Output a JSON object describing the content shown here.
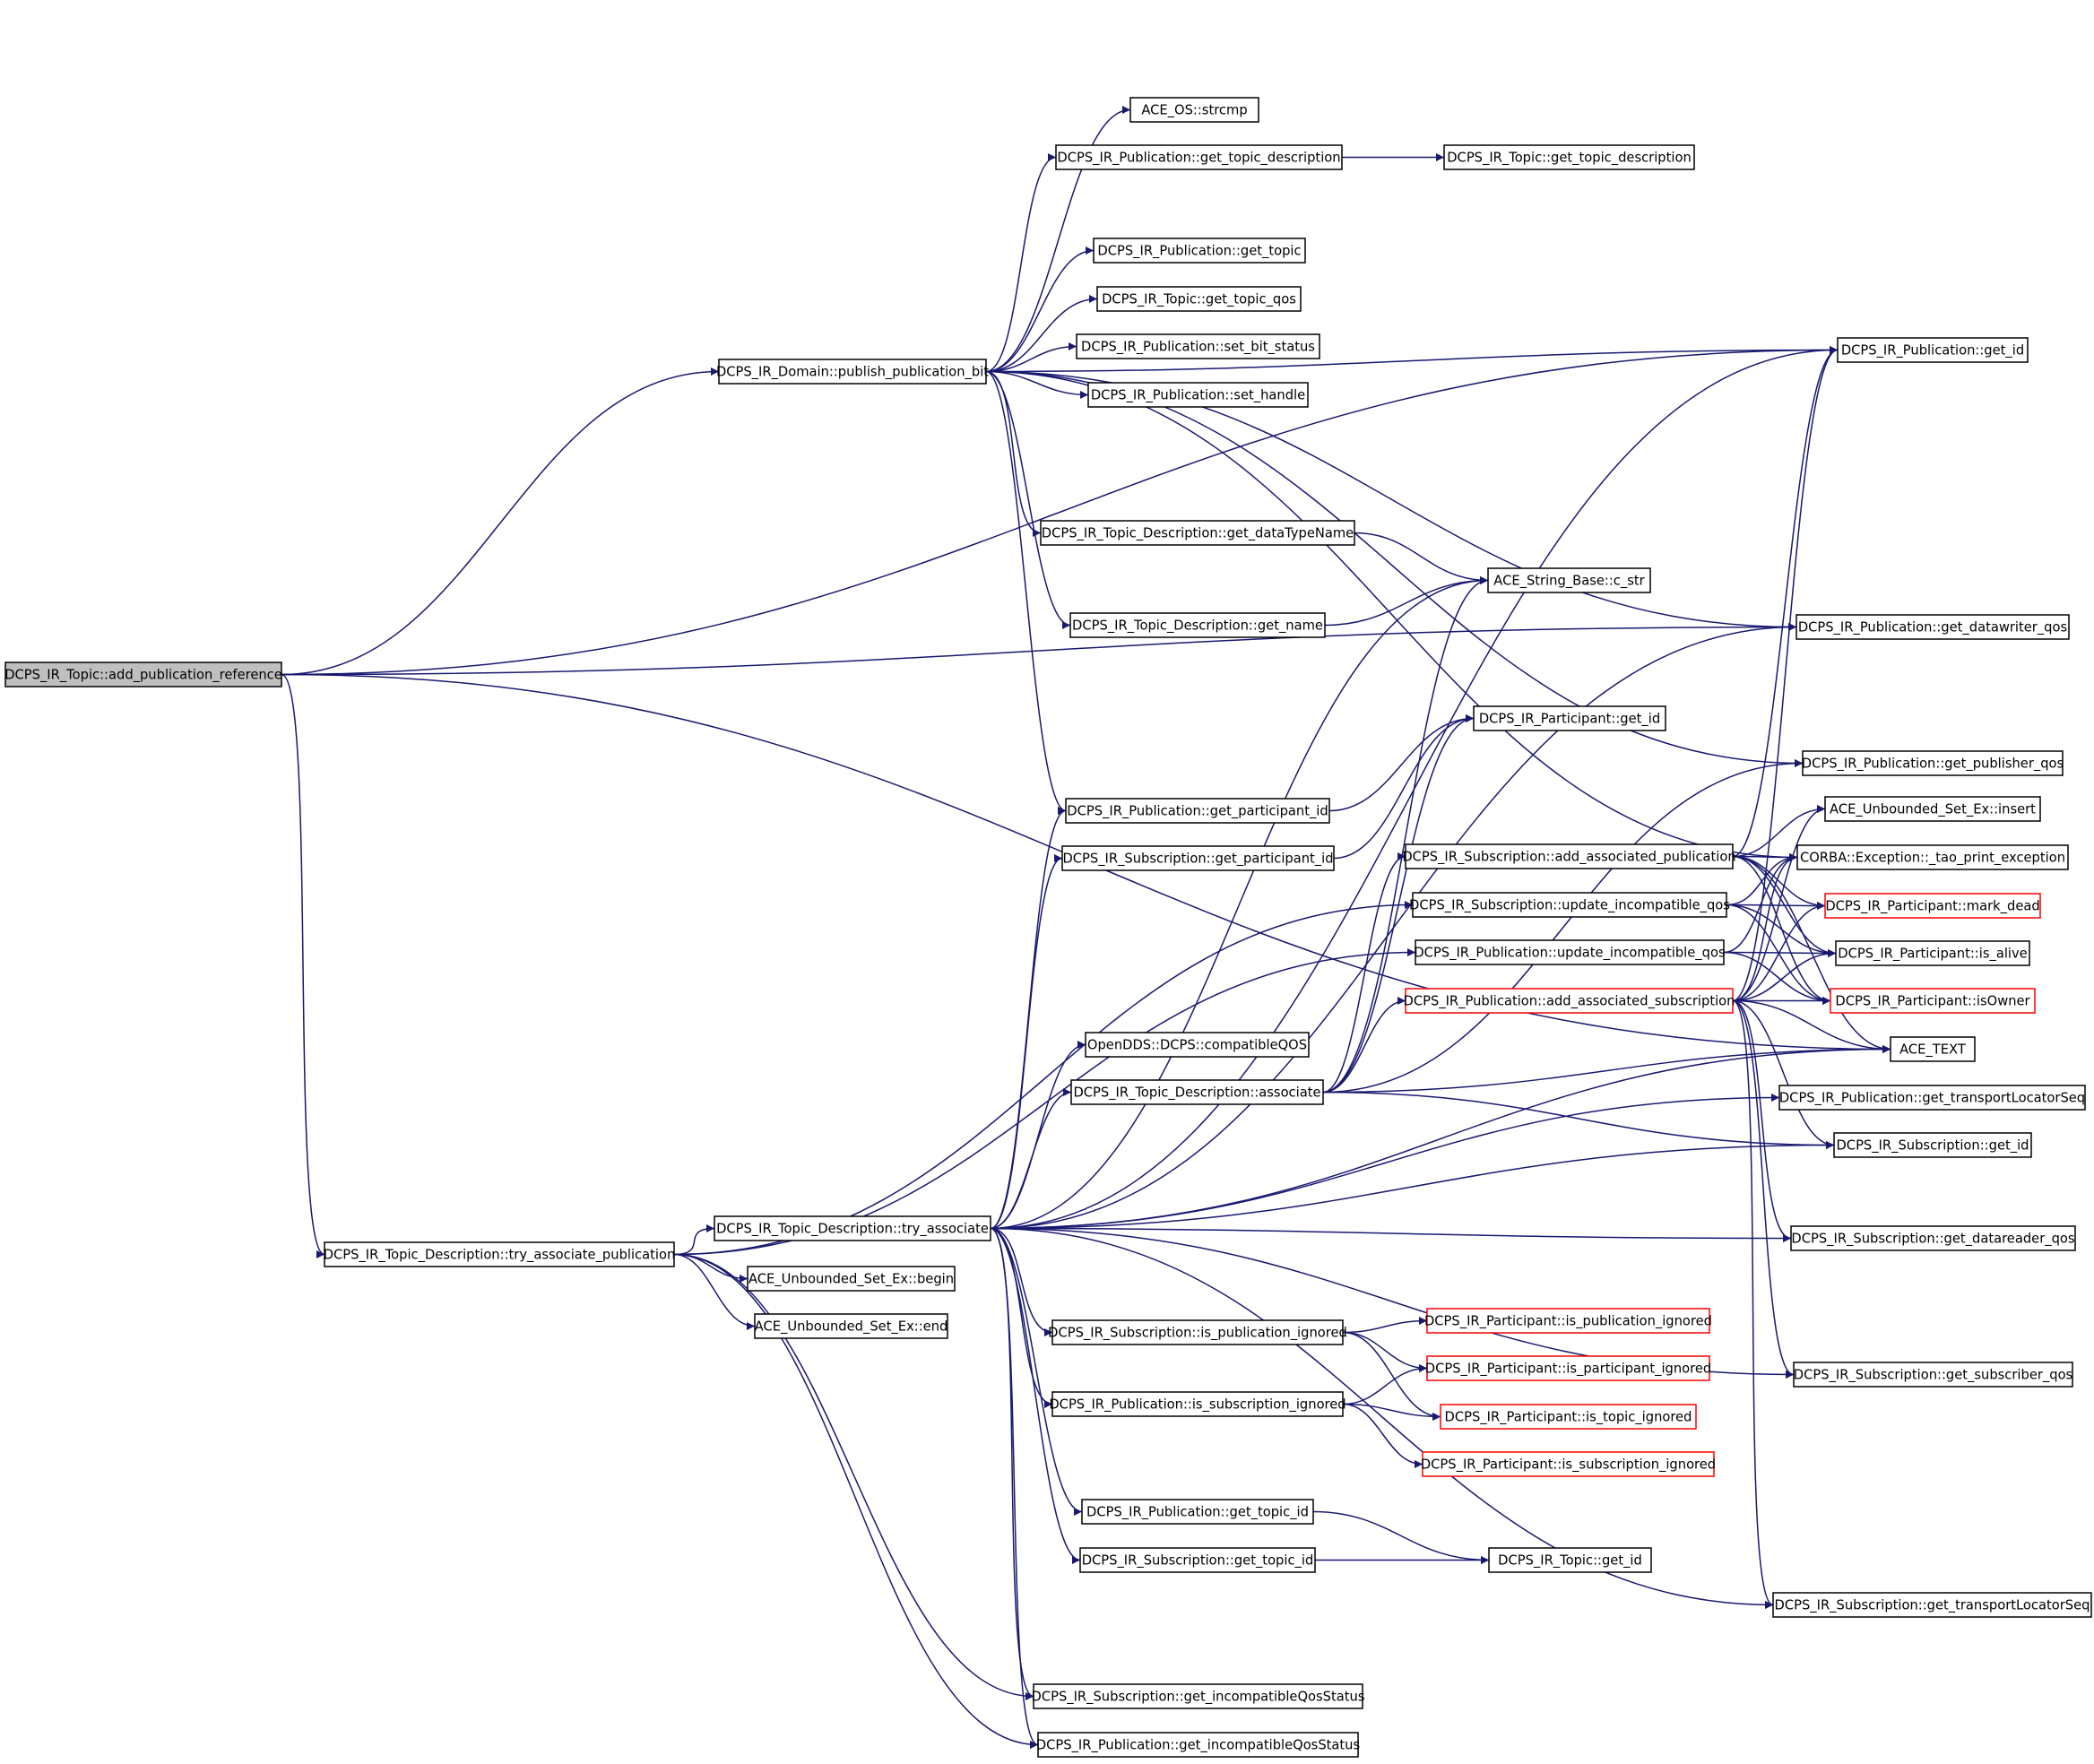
{
  "diagram": {
    "type": "call-graph",
    "edge_color": "#191970",
    "root_fill": "#bfbfbf",
    "incomplete_node_border": "#ff0000",
    "nodes": [
      {
        "id": "root",
        "label": "DCPS_IR_Topic::add_publication_reference",
        "style": "root"
      },
      {
        "id": "publish_bit",
        "label": "DCPS_IR_Domain::publish_publication_bit"
      },
      {
        "id": "try_assoc_pub",
        "label": "DCPS_IR_Topic_Description::try_associate_publication"
      },
      {
        "id": "try_assoc",
        "label": "DCPS_IR_Topic_Description::try_associate"
      },
      {
        "id": "strcmp",
        "label": "ACE_OS::strcmp"
      },
      {
        "id": "pub_get_topic_desc",
        "label": "DCPS_IR_Publication::get_topic_description"
      },
      {
        "id": "topic_get_topic_desc",
        "label": "DCPS_IR_Topic::get_topic_description"
      },
      {
        "id": "pub_get_topic",
        "label": "DCPS_IR_Publication::get_topic"
      },
      {
        "id": "topic_get_qos",
        "label": "DCPS_IR_Topic::get_topic_qos"
      },
      {
        "id": "pub_set_bit_status",
        "label": "DCPS_IR_Publication::set_bit_status"
      },
      {
        "id": "pub_set_handle",
        "label": "DCPS_IR_Publication::set_handle"
      },
      {
        "id": "pub_get_id",
        "label": "DCPS_IR_Publication::get_id"
      },
      {
        "id": "td_get_datatype",
        "label": "DCPS_IR_Topic_Description::get_dataTypeName"
      },
      {
        "id": "c_str",
        "label": "ACE_String_Base::c_str"
      },
      {
        "id": "td_get_name",
        "label": "DCPS_IR_Topic_Description::get_name"
      },
      {
        "id": "pub_get_dw_qos",
        "label": "DCPS_IR_Publication::get_datawriter_qos"
      },
      {
        "id": "part_get_id",
        "label": "DCPS_IR_Participant::get_id"
      },
      {
        "id": "pub_get_pub_qos",
        "label": "DCPS_IR_Publication::get_publisher_qos"
      },
      {
        "id": "pub_get_part_id",
        "label": "DCPS_IR_Publication::get_participant_id"
      },
      {
        "id": "set_insert",
        "label": "ACE_Unbounded_Set_Ex::insert"
      },
      {
        "id": "sub_get_part_id",
        "label": "DCPS_IR_Subscription::get_participant_id"
      },
      {
        "id": "sub_add_assoc_pub",
        "label": "DCPS_IR_Subscription::add_associated_publication"
      },
      {
        "id": "tao_print",
        "label": "CORBA::Exception::_tao_print_exception"
      },
      {
        "id": "sub_update_incompat",
        "label": "DCPS_IR_Subscription::update_incompatible_qos"
      },
      {
        "id": "mark_dead",
        "label": "DCPS_IR_Participant::mark_dead",
        "style": "red"
      },
      {
        "id": "pub_update_incompat",
        "label": "DCPS_IR_Publication::update_incompatible_qos"
      },
      {
        "id": "is_alive",
        "label": "DCPS_IR_Participant::is_alive"
      },
      {
        "id": "pub_add_assoc_sub",
        "label": "DCPS_IR_Publication::add_associated_subscription",
        "style": "red"
      },
      {
        "id": "is_owner",
        "label": "DCPS_IR_Participant::isOwner",
        "style": "red"
      },
      {
        "id": "compat_qos",
        "label": "OpenDDS::DCPS::compatibleQOS"
      },
      {
        "id": "ace_text",
        "label": "ACE_TEXT"
      },
      {
        "id": "td_associate",
        "label": "DCPS_IR_Topic_Description::associate"
      },
      {
        "id": "pub_get_tls",
        "label": "DCPS_IR_Publication::get_transportLocatorSeq"
      },
      {
        "id": "sub_get_id",
        "label": "DCPS_IR_Subscription::get_id"
      },
      {
        "id": "sub_get_dr_qos",
        "label": "DCPS_IR_Subscription::get_datareader_qos"
      },
      {
        "id": "set_begin",
        "label": "ACE_Unbounded_Set_Ex::begin"
      },
      {
        "id": "set_end",
        "label": "ACE_Unbounded_Set_Ex::end"
      },
      {
        "id": "sub_is_pub_ignored",
        "label": "DCPS_IR_Subscription::is_publication_ignored"
      },
      {
        "id": "part_is_pub_ignored",
        "label": "DCPS_IR_Participant::is_publication_ignored",
        "style": "red"
      },
      {
        "id": "part_is_part_ignored",
        "label": "DCPS_IR_Participant::is_participant_ignored",
        "style": "red"
      },
      {
        "id": "sub_get_sub_qos",
        "label": "DCPS_IR_Subscription::get_subscriber_qos"
      },
      {
        "id": "pub_is_sub_ignored",
        "label": "DCPS_IR_Publication::is_subscription_ignored"
      },
      {
        "id": "part_is_topic_ignored",
        "label": "DCPS_IR_Participant::is_topic_ignored",
        "style": "red"
      },
      {
        "id": "part_is_sub_ignored",
        "label": "DCPS_IR_Participant::is_subscription_ignored",
        "style": "red"
      },
      {
        "id": "pub_get_topic_id",
        "label": "DCPS_IR_Publication::get_topic_id"
      },
      {
        "id": "sub_get_topic_id",
        "label": "DCPS_IR_Subscription::get_topic_id"
      },
      {
        "id": "topic_get_id",
        "label": "DCPS_IR_Topic::get_id"
      },
      {
        "id": "sub_get_tls",
        "label": "DCPS_IR_Subscription::get_transportLocatorSeq"
      },
      {
        "id": "sub_get_incompat_status",
        "label": "DCPS_IR_Subscription::get_incompatibleQosStatus"
      },
      {
        "id": "pub_get_incompat_status",
        "label": "DCPS_IR_Publication::get_incompatibleQosStatus"
      }
    ],
    "edges": [
      [
        "root",
        "publish_bit"
      ],
      [
        "root",
        "pub_get_id"
      ],
      [
        "root",
        "pub_get_dw_qos"
      ],
      [
        "root",
        "try_assoc_pub"
      ],
      [
        "root",
        "ace_text"
      ],
      [
        "publish_bit",
        "strcmp"
      ],
      [
        "publish_bit",
        "pub_get_topic_desc"
      ],
      [
        "publish_bit",
        "pub_get_topic"
      ],
      [
        "publish_bit",
        "topic_get_qos"
      ],
      [
        "publish_bit",
        "pub_set_bit_status"
      ],
      [
        "publish_bit",
        "pub_set_handle"
      ],
      [
        "publish_bit",
        "pub_get_id"
      ],
      [
        "publish_bit",
        "td_get_datatype"
      ],
      [
        "publish_bit",
        "td_get_name"
      ],
      [
        "publish_bit",
        "pub_get_part_id"
      ],
      [
        "publish_bit",
        "pub_get_dw_qos"
      ],
      [
        "publish_bit",
        "pub_get_pub_qos"
      ],
      [
        "publish_bit",
        "tao_print"
      ],
      [
        "pub_get_topic_desc",
        "topic_get_topic_desc"
      ],
      [
        "td_get_datatype",
        "c_str"
      ],
      [
        "td_get_name",
        "c_str"
      ],
      [
        "pub_get_part_id",
        "part_get_id"
      ],
      [
        "sub_get_part_id",
        "part_get_id"
      ],
      [
        "try_assoc_pub",
        "try_assoc"
      ],
      [
        "try_assoc_pub",
        "set_begin"
      ],
      [
        "try_assoc_pub",
        "set_end"
      ],
      [
        "try_assoc_pub",
        "sub_update_incompat"
      ],
      [
        "try_assoc_pub",
        "pub_update_incompat"
      ],
      [
        "try_assoc_pub",
        "sub_get_incompat_status"
      ],
      [
        "try_assoc_pub",
        "pub_get_incompat_status"
      ],
      [
        "try_assoc",
        "pub_get_id"
      ],
      [
        "try_assoc",
        "c_str"
      ],
      [
        "try_assoc",
        "pub_get_dw_qos"
      ],
      [
        "try_assoc",
        "pub_get_part_id"
      ],
      [
        "try_assoc",
        "sub_get_part_id"
      ],
      [
        "try_assoc",
        "compat_qos"
      ],
      [
        "try_assoc",
        "td_associate"
      ],
      [
        "try_assoc",
        "ace_text"
      ],
      [
        "try_assoc",
        "pub_get_tls"
      ],
      [
        "try_assoc",
        "sub_get_id"
      ],
      [
        "try_assoc",
        "sub_get_dr_qos"
      ],
      [
        "try_assoc",
        "sub_is_pub_ignored"
      ],
      [
        "try_assoc",
        "pub_is_sub_ignored"
      ],
      [
        "try_assoc",
        "sub_get_sub_qos"
      ],
      [
        "try_assoc",
        "pub_get_topic_id"
      ],
      [
        "try_assoc",
        "sub_get_topic_id"
      ],
      [
        "try_assoc",
        "sub_get_tls"
      ],
      [
        "try_assoc",
        "sub_get_incompat_status"
      ],
      [
        "try_assoc",
        "pub_get_incompat_status"
      ],
      [
        "td_associate",
        "c_str"
      ],
      [
        "td_associate",
        "part_get_id"
      ],
      [
        "td_associate",
        "sub_add_assoc_pub"
      ],
      [
        "td_associate",
        "pub_add_assoc_sub"
      ],
      [
        "td_associate",
        "pub_get_pub_qos"
      ],
      [
        "td_associate",
        "ace_text"
      ],
      [
        "td_associate",
        "sub_get_id"
      ],
      [
        "sub_add_assoc_pub",
        "pub_get_id"
      ],
      [
        "sub_add_assoc_pub",
        "set_insert"
      ],
      [
        "sub_add_assoc_pub",
        "tao_print"
      ],
      [
        "sub_add_assoc_pub",
        "mark_dead"
      ],
      [
        "sub_add_assoc_pub",
        "is_alive"
      ],
      [
        "sub_add_assoc_pub",
        "is_owner"
      ],
      [
        "sub_add_assoc_pub",
        "ace_text"
      ],
      [
        "sub_update_incompat",
        "tao_print"
      ],
      [
        "sub_update_incompat",
        "mark_dead"
      ],
      [
        "sub_update_incompat",
        "is_alive"
      ],
      [
        "sub_update_incompat",
        "is_owner"
      ],
      [
        "pub_update_incompat",
        "tao_print"
      ],
      [
        "pub_update_incompat",
        "is_alive"
      ],
      [
        "pub_update_incompat",
        "is_owner"
      ],
      [
        "pub_add_assoc_sub",
        "pub_get_id"
      ],
      [
        "pub_add_assoc_sub",
        "set_insert"
      ],
      [
        "pub_add_assoc_sub",
        "tao_print"
      ],
      [
        "pub_add_assoc_sub",
        "mark_dead"
      ],
      [
        "pub_add_assoc_sub",
        "is_alive"
      ],
      [
        "pub_add_assoc_sub",
        "is_owner"
      ],
      [
        "pub_add_assoc_sub",
        "ace_text"
      ],
      [
        "pub_add_assoc_sub",
        "sub_get_id"
      ],
      [
        "pub_add_assoc_sub",
        "sub_get_dr_qos"
      ],
      [
        "pub_add_assoc_sub",
        "sub_get_sub_qos"
      ],
      [
        "pub_add_assoc_sub",
        "sub_get_tls"
      ],
      [
        "sub_is_pub_ignored",
        "part_is_pub_ignored"
      ],
      [
        "sub_is_pub_ignored",
        "part_is_part_ignored"
      ],
      [
        "sub_is_pub_ignored",
        "part_is_topic_ignored"
      ],
      [
        "pub_is_sub_ignored",
        "part_is_part_ignored"
      ],
      [
        "pub_is_sub_ignored",
        "part_is_topic_ignored"
      ],
      [
        "pub_is_sub_ignored",
        "part_is_sub_ignored"
      ],
      [
        "pub_get_topic_id",
        "topic_get_id"
      ],
      [
        "sub_get_topic_id",
        "topic_get_id"
      ]
    ]
  }
}
